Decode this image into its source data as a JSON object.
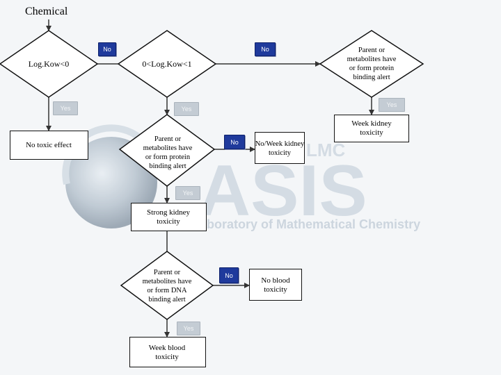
{
  "title": "Chemical",
  "nodes": {
    "logkow_lt0": "Log.Kow<0",
    "logkow_0_1": "0<Log.Kow<1",
    "parent_protein_top": "Parent or metabolites have or form protein binding alert",
    "no_toxic": "No toxic effect",
    "parent_protein_mid": "Parent or metabolites have or form protein binding alert",
    "weak_kidney": "Week kidney toxicity",
    "no_weak_kidney": "No/Week kidney toxicity",
    "strong_kidney": "Strong kidney toxicity",
    "parent_dna": "Parent or metabolites have or form DNA binding alert",
    "no_blood": "No blood toxicity",
    "weak_blood": "Week blood toxicity"
  },
  "badges": {
    "no": "No",
    "yes": "Yes"
  },
  "watermark": {
    "brand": "ASIS",
    "small": "LMC",
    "subtitle": "Laboratory of Mathematical Chemistry"
  },
  "colors": {
    "no_badge": "#1f3a9c",
    "yes_badge": "#c4ccd4",
    "watermark": "#c9d3dd"
  }
}
